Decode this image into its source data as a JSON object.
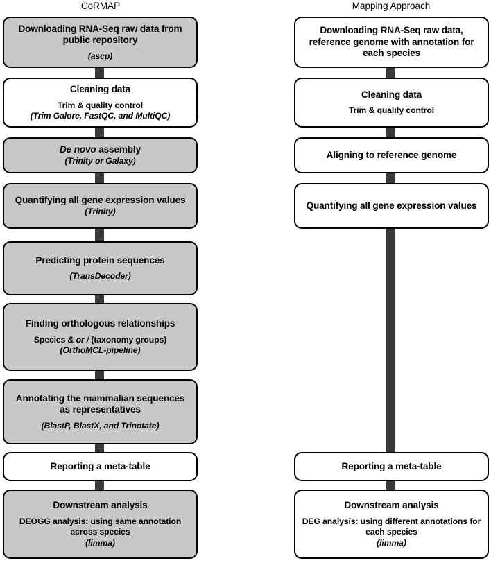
{
  "diagram": {
    "columns": [
      {
        "key": "cormap",
        "title": "CoRMAP",
        "nodes": [
          {
            "id": "download",
            "title": "Downloading RNA-Seq raw data from public repository",
            "sub": "",
            "tool": "(ascp)",
            "fill": "#c8c8c8"
          },
          {
            "id": "cleaning",
            "title": "Cleaning data",
            "sub": "Trim & quality control",
            "tool": "(Trim Galore, FastQC, and MultiQC)",
            "fill": "#ffffff"
          },
          {
            "id": "assembly",
            "title": "De novo assembly",
            "title_italic_prefix": "De novo",
            "title_rest": " assembly",
            "sub": "",
            "tool": "(Trinity or Galaxy)",
            "fill": "#c8c8c8"
          },
          {
            "id": "quantifying",
            "title": "Quantifying all gene expression values",
            "sub": "",
            "tool": "(Trinity)",
            "fill": "#c8c8c8"
          },
          {
            "id": "predicting",
            "title": "Predicting protein sequences",
            "sub": "",
            "tool": "(TransDecoder)",
            "fill": "#c8c8c8"
          },
          {
            "id": "orthologous",
            "title": "Finding orthologous relationships",
            "sub_pre": "Species ",
            "sub_italic": "& or /",
            "sub_post": " (taxonomy groups)",
            "sub": "Species & or / (taxonomy groups)",
            "tool": "(OrthoMCL-pipeline)",
            "fill": "#c8c8c8"
          },
          {
            "id": "annotating",
            "title": "Annotating the mammalian sequences as representatives",
            "sub": "",
            "tool": "(BlastP, BlastX, and Trinotate)",
            "fill": "#c8c8c8"
          },
          {
            "id": "meta-table",
            "title": "Reporting a meta-table",
            "sub": "",
            "tool": "",
            "fill": "#ffffff"
          },
          {
            "id": "downstream",
            "title": "Downstream analysis",
            "sub": "DEOGG analysis: using same annotation across species",
            "tool": "(limma)",
            "fill": "#c8c8c8"
          }
        ]
      },
      {
        "key": "mapping",
        "title": "Mapping Approach",
        "nodes": [
          {
            "id": "download",
            "title": "Downloading RNA-Seq raw data, reference genome with annotation for each species",
            "sub": "",
            "tool": "",
            "fill": "#ffffff"
          },
          {
            "id": "cleaning",
            "title": "Cleaning data",
            "sub": "Trim & quality control",
            "tool": "",
            "fill": "#ffffff"
          },
          {
            "id": "aligning",
            "title": "Aligning to reference genome",
            "sub": "",
            "tool": "",
            "fill": "#ffffff"
          },
          {
            "id": "quantifying",
            "title": "Quantifying all gene expression values",
            "sub": "",
            "tool": "",
            "fill": "#ffffff"
          },
          {
            "id": "meta-table",
            "title": "Reporting a meta-table",
            "sub": "",
            "tool": "",
            "fill": "#ffffff"
          },
          {
            "id": "downstream",
            "title": "Downstream analysis",
            "sub": "DEG analysis: using different annotations for each species",
            "tool": "(limma)",
            "fill": "#ffffff"
          }
        ]
      }
    ],
    "colors": {
      "node_gray_fill": "#c8c8c8",
      "node_white_fill": "#ffffff",
      "node_border": "#000000",
      "connector": "#3a3a3a",
      "text": "#000000"
    }
  }
}
